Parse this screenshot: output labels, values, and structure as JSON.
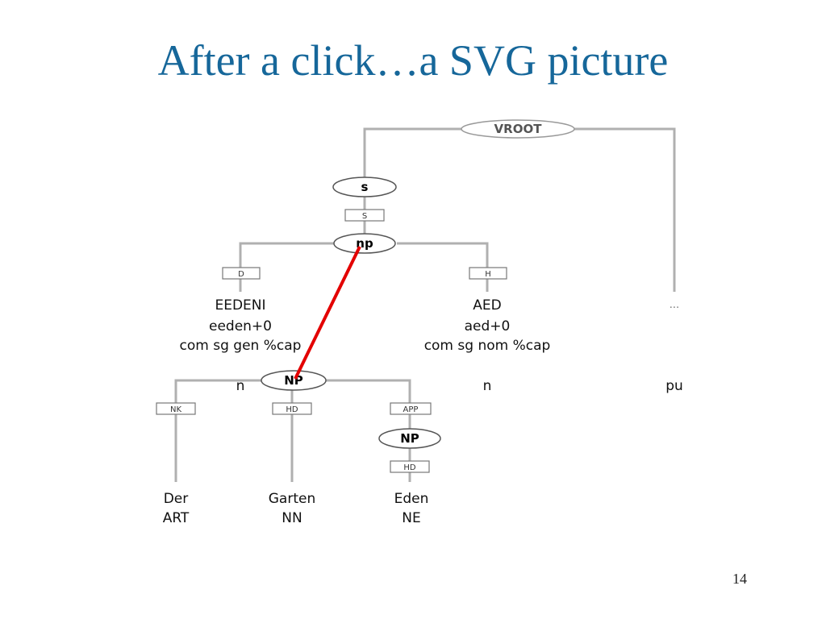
{
  "slide": {
    "title": "After a click…a SVG picture",
    "page_number": "14"
  },
  "tree": {
    "root_label": "VROOT",
    "s_node": "s",
    "s_edge": "S",
    "np_node": "np",
    "left_edge": "D",
    "right_edge": "H",
    "far_leaf": "...",
    "left_leaf": [
      "EEDENI",
      "eeden+0",
      "com sg gen %cap"
    ],
    "right_leaf": [
      "AED",
      "aed+0",
      "com sg nom %cap"
    ],
    "tag_n_left": "n",
    "tag_n_right": "n",
    "tag_pu": "pu",
    "inner_np": "NP",
    "edges_bottom": [
      "NK",
      "HD",
      "APP"
    ],
    "nested_np": "NP",
    "nested_edge": "HD",
    "words": [
      {
        "word": "Der",
        "tag": "ART"
      },
      {
        "word": "Garten",
        "tag": "NN"
      },
      {
        "word": "Eden",
        "tag": "NE"
      }
    ],
    "highlight_color": "#e30000"
  }
}
